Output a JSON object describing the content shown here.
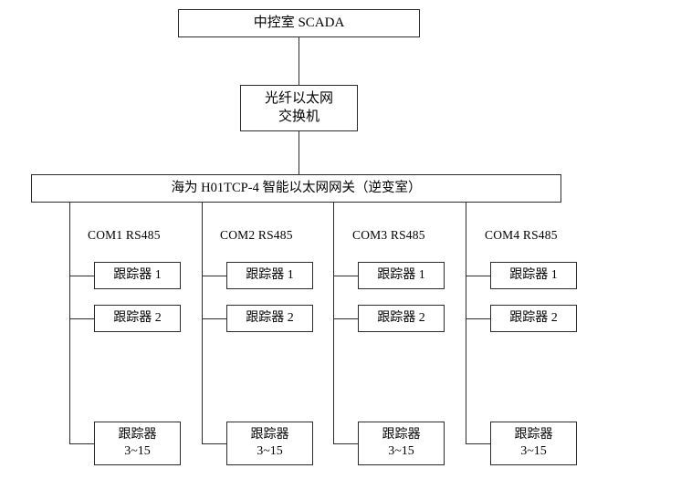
{
  "diagram": {
    "title_top": "中控室 SCADA",
    "switch": {
      "line1": "光纤以太网",
      "line2": "交换机"
    },
    "gateway": "海为 H01TCP-4 智能以太网网关（逆变室）",
    "columns": [
      {
        "port_label": "COM1 RS485",
        "nodes": [
          {
            "line1": "跟踪器 1",
            "line2": ""
          },
          {
            "line1": "跟踪器 2",
            "line2": ""
          },
          {
            "line1": "跟踪器",
            "line2": "3~15"
          }
        ]
      },
      {
        "port_label": "COM2 RS485",
        "nodes": [
          {
            "line1": "跟踪器 1",
            "line2": ""
          },
          {
            "line1": "跟踪器 2",
            "line2": ""
          },
          {
            "line1": "跟踪器",
            "line2": "3~15"
          }
        ]
      },
      {
        "port_label": "COM3 RS485",
        "nodes": [
          {
            "line1": "跟踪器 1",
            "line2": ""
          },
          {
            "line1": "跟踪器 2",
            "line2": ""
          },
          {
            "line1": "跟踪器",
            "line2": "3~15"
          }
        ]
      },
      {
        "port_label": "COM4 RS485",
        "nodes": [
          {
            "line1": "跟踪器 1",
            "line2": ""
          },
          {
            "line1": "跟踪器 2",
            "line2": ""
          },
          {
            "line1": "跟踪器",
            "line2": "3~15"
          }
        ]
      }
    ],
    "colors": {
      "line": "#2b2b2b",
      "text": "#000000",
      "background": "#ffffff"
    }
  }
}
